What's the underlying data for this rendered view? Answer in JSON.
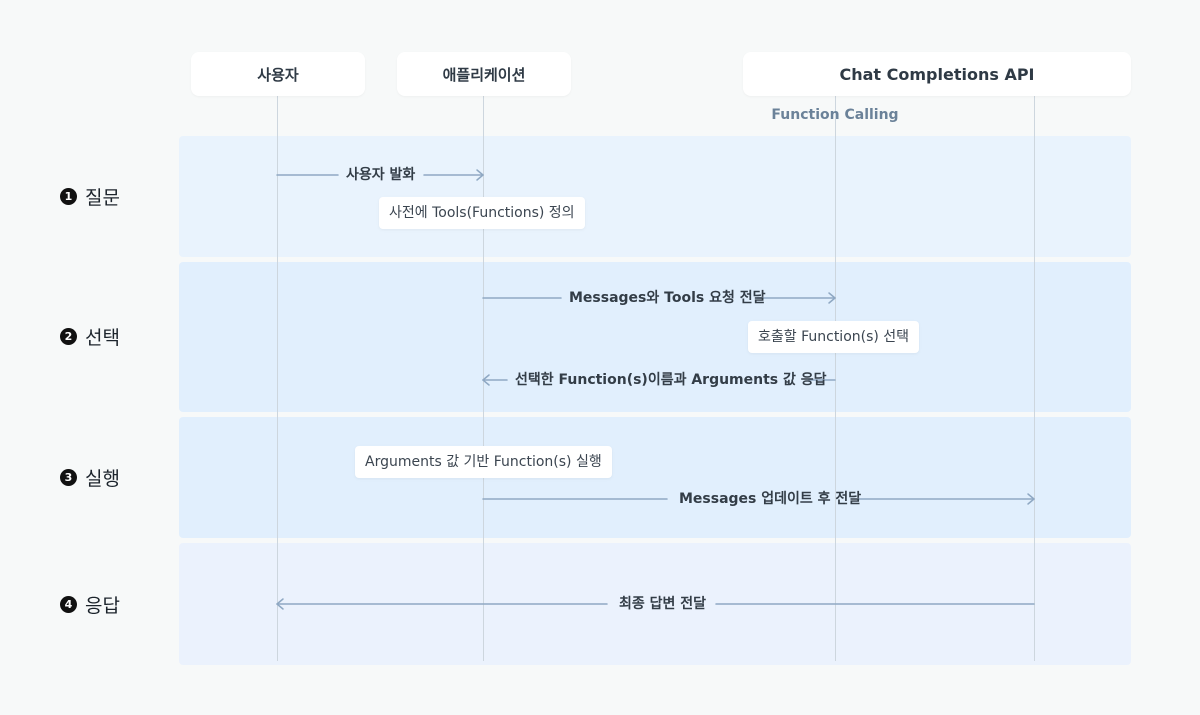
{
  "actors": {
    "user": "사용자",
    "app": "애플리케이션",
    "api": "Chat Completions API",
    "api_sublabel": "Function Calling"
  },
  "stages": [
    {
      "num": "1",
      "label": "질문"
    },
    {
      "num": "2",
      "label": "선택"
    },
    {
      "num": "3",
      "label": "실행"
    },
    {
      "num": "4",
      "label": "응답"
    }
  ],
  "messages": {
    "user_utterance": "사용자 발화",
    "send_messages_tools": "Messages와 Tools 요청 전달",
    "return_selection": "선택한 Function(s)이름과 Arguments 값 응답",
    "send_updated": "Messages 업데이트 후 전달",
    "final_answer": "최종 답변 전달"
  },
  "notes": {
    "define_tools": "사전에 Tools(Functions) 정의",
    "select_function": "호출할 Function(s) 선택",
    "execute_function": "Arguments 값 기반 Function(s) 실행"
  },
  "colors": {
    "arrow": "#8fa8c3",
    "lifeline": "#cdd6de"
  }
}
